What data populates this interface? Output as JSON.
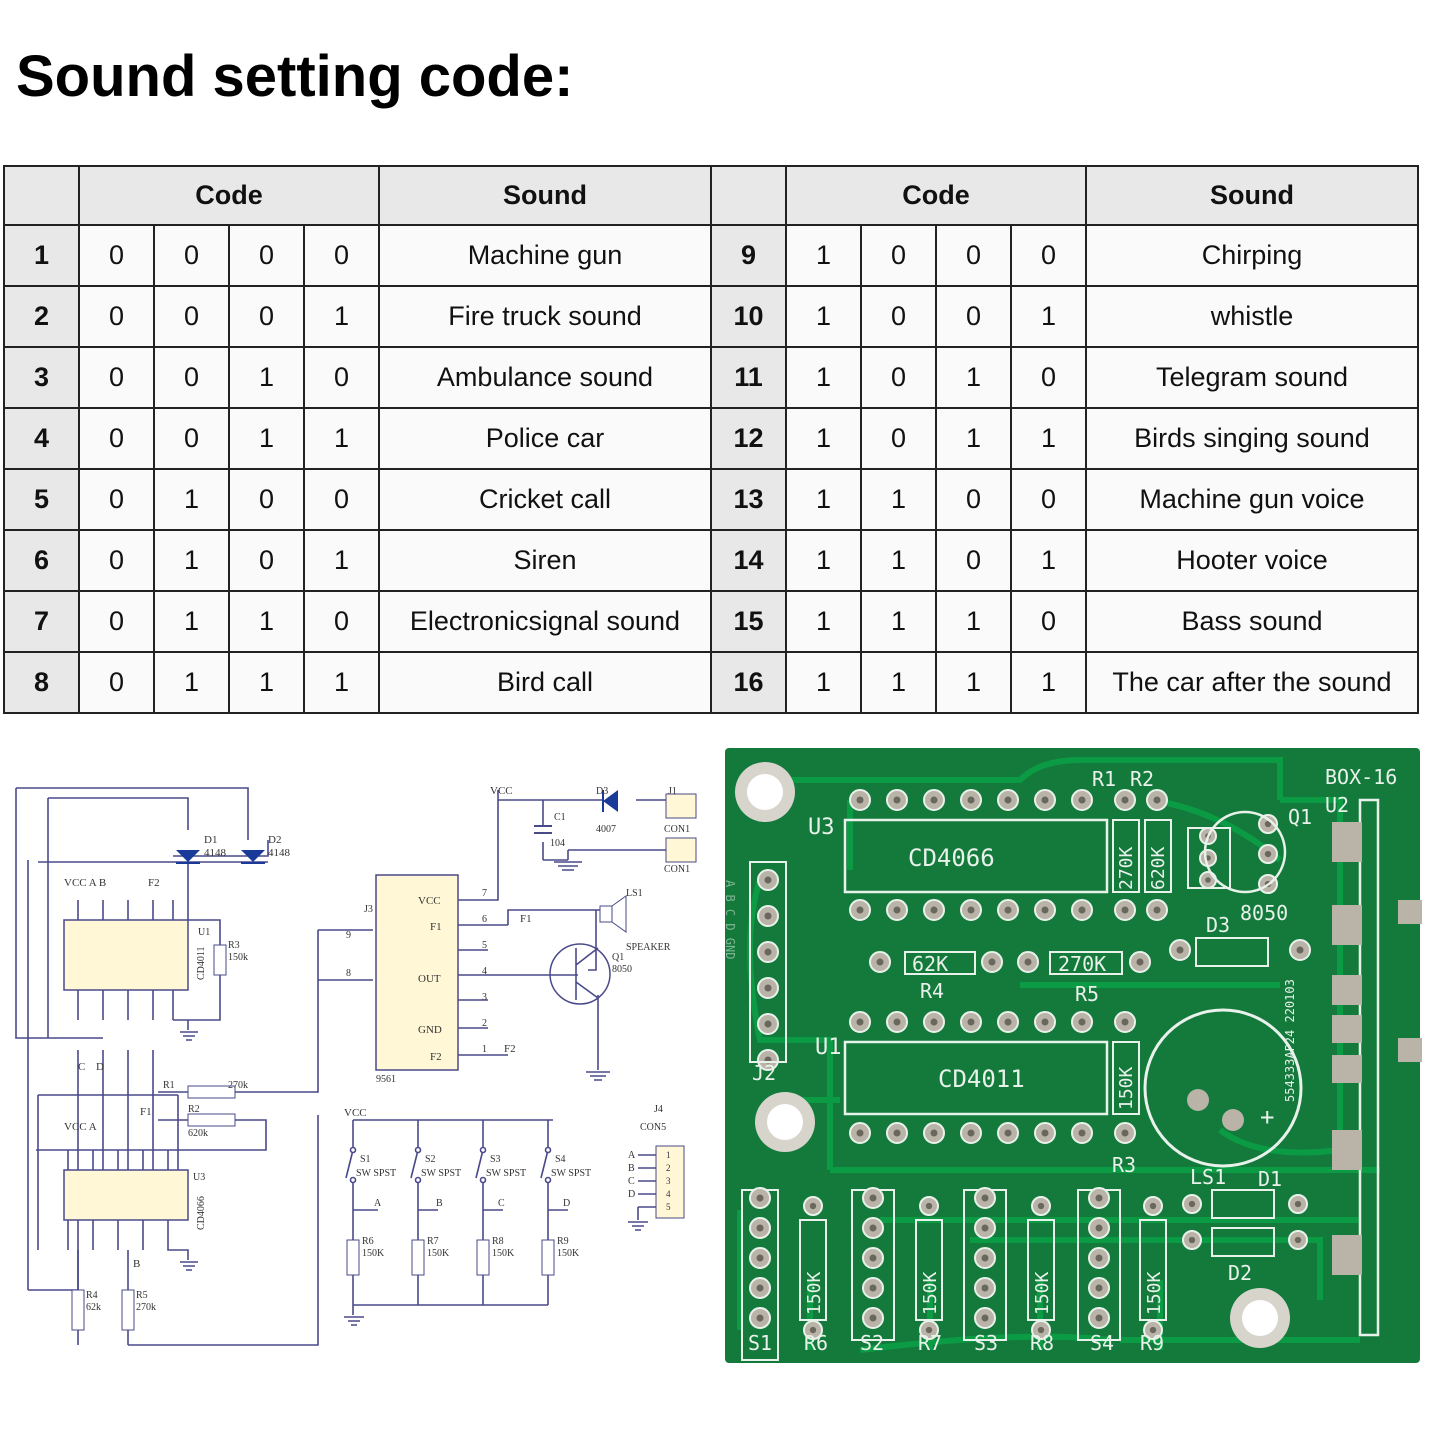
{
  "title": "Sound setting code:",
  "table": {
    "headers": [
      "",
      "Code",
      "Sound",
      "",
      "Code",
      "Sound"
    ],
    "rows": [
      {
        "left": {
          "n": "1",
          "b": [
            "0",
            "0",
            "0",
            "0"
          ],
          "s": "Machine gun"
        },
        "right": {
          "n": "9",
          "b": [
            "1",
            "0",
            "0",
            "0"
          ],
          "s": "Chirping"
        }
      },
      {
        "left": {
          "n": "2",
          "b": [
            "0",
            "0",
            "0",
            "1"
          ],
          "s": "Fire truck sound"
        },
        "right": {
          "n": "10",
          "b": [
            "1",
            "0",
            "0",
            "1"
          ],
          "s": "whistle"
        }
      },
      {
        "left": {
          "n": "3",
          "b": [
            "0",
            "0",
            "1",
            "0"
          ],
          "s": "Ambulance sound"
        },
        "right": {
          "n": "11",
          "b": [
            "1",
            "0",
            "1",
            "0"
          ],
          "s": "Telegram sound"
        }
      },
      {
        "left": {
          "n": "4",
          "b": [
            "0",
            "0",
            "1",
            "1"
          ],
          "s": "Police car"
        },
        "right": {
          "n": "12",
          "b": [
            "1",
            "0",
            "1",
            "1"
          ],
          "s": "Birds singing sound"
        }
      },
      {
        "left": {
          "n": "5",
          "b": [
            "0",
            "1",
            "0",
            "0"
          ],
          "s": "Cricket call"
        },
        "right": {
          "n": "13",
          "b": [
            "1",
            "1",
            "0",
            "0"
          ],
          "s": "Machine gun voice"
        }
      },
      {
        "left": {
          "n": "6",
          "b": [
            "0",
            "1",
            "0",
            "1"
          ],
          "s": "Siren"
        },
        "right": {
          "n": "14",
          "b": [
            "1",
            "1",
            "0",
            "1"
          ],
          "s": "Hooter voice"
        }
      },
      {
        "left": {
          "n": "7",
          "b": [
            "0",
            "1",
            "1",
            "0"
          ],
          "s": "Electronicsignal sound"
        },
        "right": {
          "n": "15",
          "b": [
            "1",
            "1",
            "1",
            "0"
          ],
          "s": "Bass sound"
        }
      },
      {
        "left": {
          "n": "8",
          "b": [
            "0",
            "1",
            "1",
            "1"
          ],
          "s": "Bird call"
        },
        "right": {
          "n": "16",
          "b": [
            "1",
            "1",
            "1",
            "1"
          ],
          "s": "The car after the sound"
        }
      }
    ]
  },
  "schematic": {
    "vcc": "VCC",
    "d1": "D1",
    "d1_val": "4148",
    "d2": "D2",
    "d2_val": "4148",
    "d3": "D3",
    "d3_val": "4007",
    "c1": "C1",
    "c1_val": "104",
    "j1": "J1",
    "con1": "CON1",
    "j3": "J3",
    "chip": "9561",
    "chip_vcc": "VCC",
    "chip_f1": "F1",
    "chip_out": "OUT",
    "chip_gnd": "GND",
    "chip_f2": "F2",
    "pin_vcc": "7",
    "pin_f1": "6",
    "pin_5": "5",
    "pin_out": "4",
    "pin_3": "3",
    "pin_gnd": "2",
    "pin_f2": "1",
    "pin_9": "9",
    "pin_8": "8",
    "f1": "F1",
    "f2": "F2",
    "ls1": "LS1",
    "speaker": "SPEAKER",
    "q1": "Q1",
    "q1_val": "8050",
    "u1_label": "VCC A  B",
    "u1": "U1",
    "u1_chip": "CD4011",
    "r3": "R3",
    "r3_val": "150k",
    "c": "C",
    "d": "D",
    "r1": "R1",
    "r1_val": "270k",
    "r2": "R2",
    "r2_val": "620k",
    "u3_label": "VCC A",
    "u3": "U3",
    "u3_chip": "CD4066",
    "b": "B",
    "r4": "R4",
    "r4_val": "62k",
    "r5": "R5",
    "r5_val": "270k",
    "s1": "S1",
    "s2": "S2",
    "s3": "S3",
    "s4": "S4",
    "sw": "SW SPST",
    "sw_a": "A",
    "sw_b": "B",
    "sw_c": "C",
    "sw_d": "D",
    "r6": "R6",
    "r7": "R7",
    "r8": "R8",
    "r9": "R9",
    "r_sw_val": "150K",
    "j4": "J4",
    "con5": "CON5",
    "j4_pins": [
      "A",
      "B",
      "C",
      "D"
    ],
    "j4_nums": [
      "1",
      "2",
      "3",
      "4",
      "5"
    ]
  },
  "pcb": {
    "board": "BOX-16",
    "u2": "U2",
    "u3": "U3",
    "u1": "U1",
    "chip_top": "CD4066",
    "chip_bottom": "CD4011",
    "r1": "R1",
    "r2": "R2",
    "r1_val": "270K",
    "r2_val": "620K",
    "q1": "Q1",
    "q1_val": "8050",
    "d3": "D3",
    "r4": "R4",
    "r4_val": "62K",
    "r5": "R5",
    "r5_val": "270K",
    "j2": "J2",
    "j2_pins": "A B C D GND",
    "r3": "R3",
    "r3_val": "150K",
    "ls1": "LS1",
    "d1": "D1",
    "d2": "D2",
    "speaker_text": "554333AP24 220103",
    "plus": "+",
    "sw_labels": [
      "S1",
      "R6",
      "S2",
      "R7",
      "S3",
      "R8",
      "S4",
      "R9"
    ],
    "sw_res_val": "150K"
  },
  "colors": {
    "header_bg": "#e8e8e8",
    "pcb_green": "#137a3c",
    "pcb_trace": "#0c9b45",
    "silk": "#e9f2ea",
    "pad": "#b9b3a8",
    "schematic_line": "#4a4a8a",
    "chip_fill": "#fff7d6"
  }
}
